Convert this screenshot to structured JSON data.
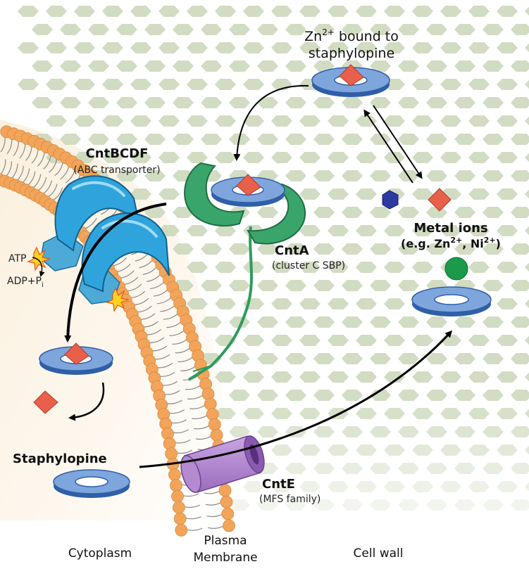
{
  "labels": {
    "zn_bound_line1": "Zn",
    "zn_bound_sup": "2+",
    "zn_bound_line1_rest": " bound to",
    "zn_bound_line2": "staphylopine",
    "cntbcdf_name": "CntBCDF",
    "cntbcdf_desc": "(ABC transporter)",
    "cnta_name": "CntA",
    "cnta_desc": "(cluster C SBP)",
    "metal_line1": "Metal ions",
    "metal_line2_a": "(e.g. Zn",
    "metal_sup_a": "2+",
    "metal_line2_b": ", Ni",
    "metal_sup_b": "2+",
    "metal_line2_c": ")",
    "atp": "ATP",
    "adp_a": "ADP+P",
    "adp_sub": "i",
    "staphylopine": "Staphylopine",
    "cnte_name": "CntE",
    "cnte_desc": "(MFS family)"
  },
  "regions": {
    "cytoplasm": "Cytoplasm",
    "membrane_line1": "Plasma",
    "membrane_line2": "Membrane",
    "cell_wall": "Cell wall"
  },
  "colors": {
    "cell_wall_hex": "#c9d6b8",
    "lipid_head": "#f2a55a",
    "cntbcdf": "#2fa3dc",
    "cnta": "#3aa56a",
    "cnte": "#b48ad0",
    "staphylopine_ring": "#7fa6dc",
    "zinc": "#e8604a",
    "nickel_hex": "#2d3aa0",
    "green_ion": "#1a9a4a"
  }
}
